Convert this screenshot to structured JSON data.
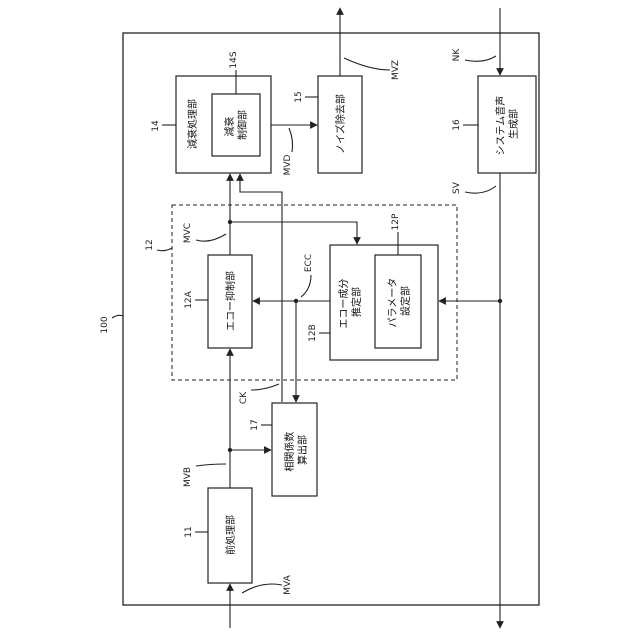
{
  "device_ref": "100",
  "dashed_ref": "12",
  "blocks": {
    "b11": {
      "ref": "11",
      "text": "前処理部"
    },
    "b14": {
      "ref": "14",
      "text": "減衰処理部"
    },
    "b14s": {
      "ref": "14S",
      "text": "減衰\n制御部"
    },
    "b15": {
      "ref": "15",
      "text": "ノイズ除去部"
    },
    "b16": {
      "ref": "16",
      "text": "システム音声\n生成部"
    },
    "b17": {
      "ref": "17",
      "text": "相関係数\n算出部"
    },
    "b12a": {
      "ref": "12A",
      "text": "エコー抑制部"
    },
    "b12b": {
      "ref": "12B",
      "text": "エコー成分\n推定部"
    },
    "b12p": {
      "ref": "12P",
      "text": "パラメータ\n設定部"
    }
  },
  "signals": {
    "mva": "MVA",
    "mvb": "MVB",
    "mvc": "MVC",
    "mvd": "MVD",
    "mvz": "MVZ",
    "nk": "NK",
    "sv": "SV",
    "ecc": "ECC",
    "ck": "CK"
  }
}
